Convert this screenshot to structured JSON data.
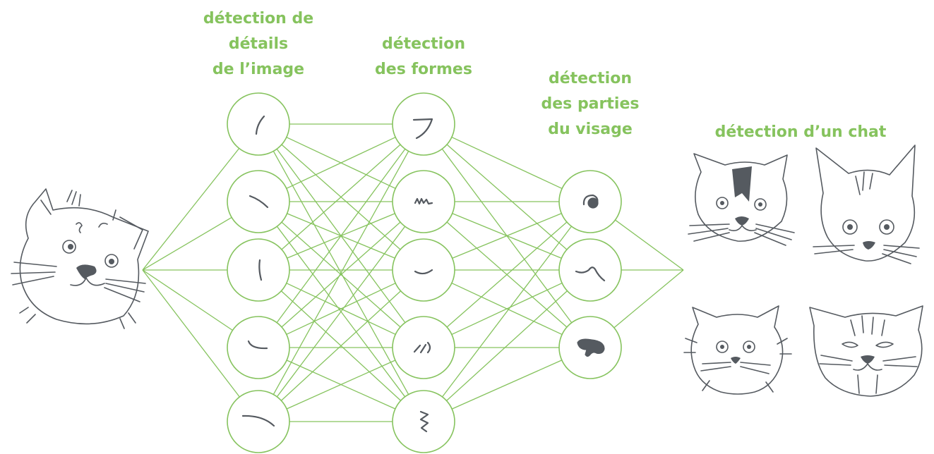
{
  "colors": {
    "accent": "#86c35e",
    "ink": "#555a60",
    "background": "#ffffff"
  },
  "layers": [
    {
      "id": "details",
      "title_lines": [
        "détection de",
        "détails",
        "de l’image"
      ],
      "node_count": 5,
      "node_icons": [
        "curve-stroke-icon",
        "diagonal-stroke-icon",
        "vertical-stroke-icon",
        "horizontal-curve-stroke-icon",
        "long-curve-stroke-icon"
      ]
    },
    {
      "id": "shapes",
      "title_lines": [
        "détection",
        "des formes"
      ],
      "node_count": 5,
      "node_icons": [
        "angle-shape-icon",
        "squiggle-shape-icon",
        "smile-curve-icon",
        "double-stroke-icon",
        "zigzag-shape-icon"
      ]
    },
    {
      "id": "face_parts",
      "title_lines": [
        "détection",
        "des parties",
        "du visage"
      ],
      "node_count": 3,
      "node_icons": [
        "eye-icon",
        "mouth-icon",
        "nose-icon"
      ]
    },
    {
      "id": "cat",
      "title_lines": [
        "détection d’un chat"
      ]
    }
  ],
  "input": {
    "icon": "cat-sketch-input-icon"
  },
  "output": {
    "icons": [
      "cat-face-1-icon",
      "cat-face-2-icon",
      "cat-face-3-icon",
      "cat-face-4-icon"
    ]
  }
}
